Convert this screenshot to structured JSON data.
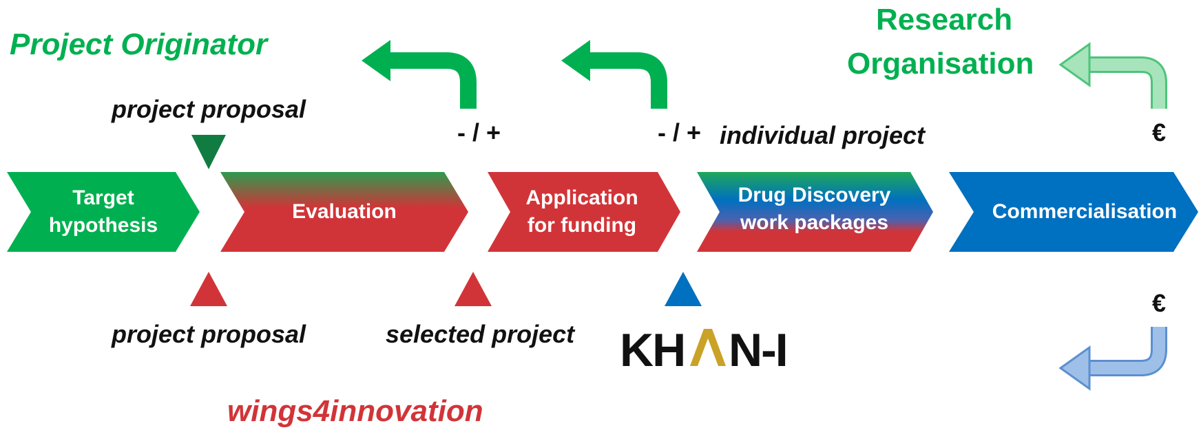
{
  "actors": {
    "project_originator": "Project Originator",
    "research_organisation_line1": "Research",
    "research_organisation_line2": "Organisation",
    "wings4innovation": "wings4innovation",
    "khan_logo": "KHAN-I"
  },
  "stages": [
    {
      "line1": "Target",
      "line2": "hypothesis"
    },
    {
      "line1": "Evaluation",
      "line2": ""
    },
    {
      "line1": "Application",
      "line2": "for funding"
    },
    {
      "line1": "Drug Discovery",
      "line2": "work packages"
    },
    {
      "line1": "Commercialisation",
      "line2": ""
    }
  ],
  "labels": {
    "top_project_proposal": "project proposal",
    "bottom_project_proposal": "project proposal",
    "selected_project": "selected project",
    "individual_project": "individual project",
    "minus_plus_1": "- / +",
    "minus_plus_2": "- / +",
    "euro_top": "€",
    "euro_bottom": "€"
  },
  "colors": {
    "green": "#00b050",
    "dark_green": "#107c41",
    "red": "#d13438",
    "blue": "#0070c0",
    "light_green": "#92d9a8",
    "light_blue": "#8db4e2",
    "gold": "#c9a227"
  }
}
